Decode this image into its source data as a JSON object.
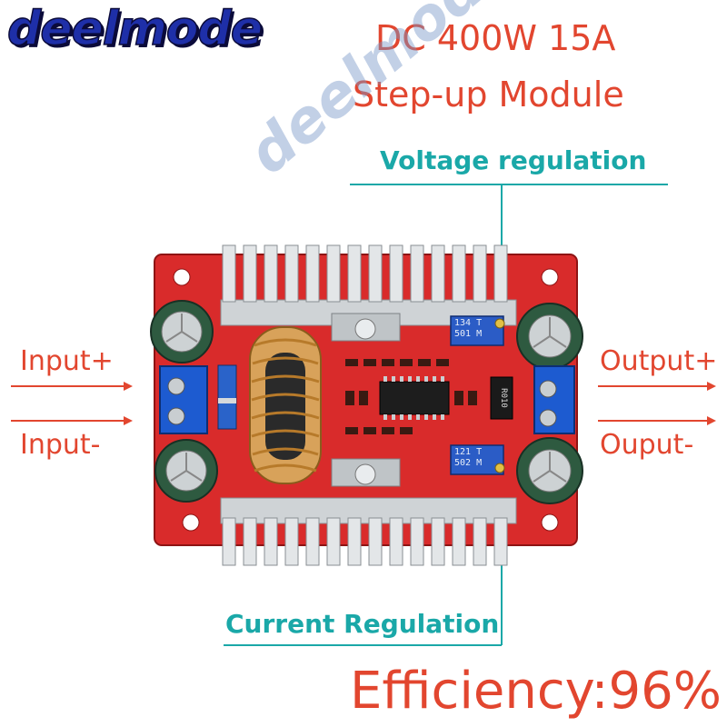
{
  "brand": {
    "logo_text": "deelmode",
    "watermark": "deelmode"
  },
  "title": {
    "line1": "DC 400W 15A",
    "line2": "Step-up Module"
  },
  "labels": {
    "voltage": "Voltage regulation",
    "current": "Current Regulation",
    "input_plus": "Input+",
    "input_minus": "Input-",
    "output_plus": "Output+",
    "output_minus": "Ouput-",
    "efficiency": "Efficiency:96%"
  },
  "board_markings": {
    "pot_top": "134 T\n501 M",
    "pot_bottom": "121 T\n502 M",
    "resistor": "R010"
  },
  "colors": {
    "accent_red": "#e2462f",
    "teal": "#1aa8a8",
    "logo_blue": "#1e2fa8",
    "pcb_red": "#d92b2b"
  }
}
